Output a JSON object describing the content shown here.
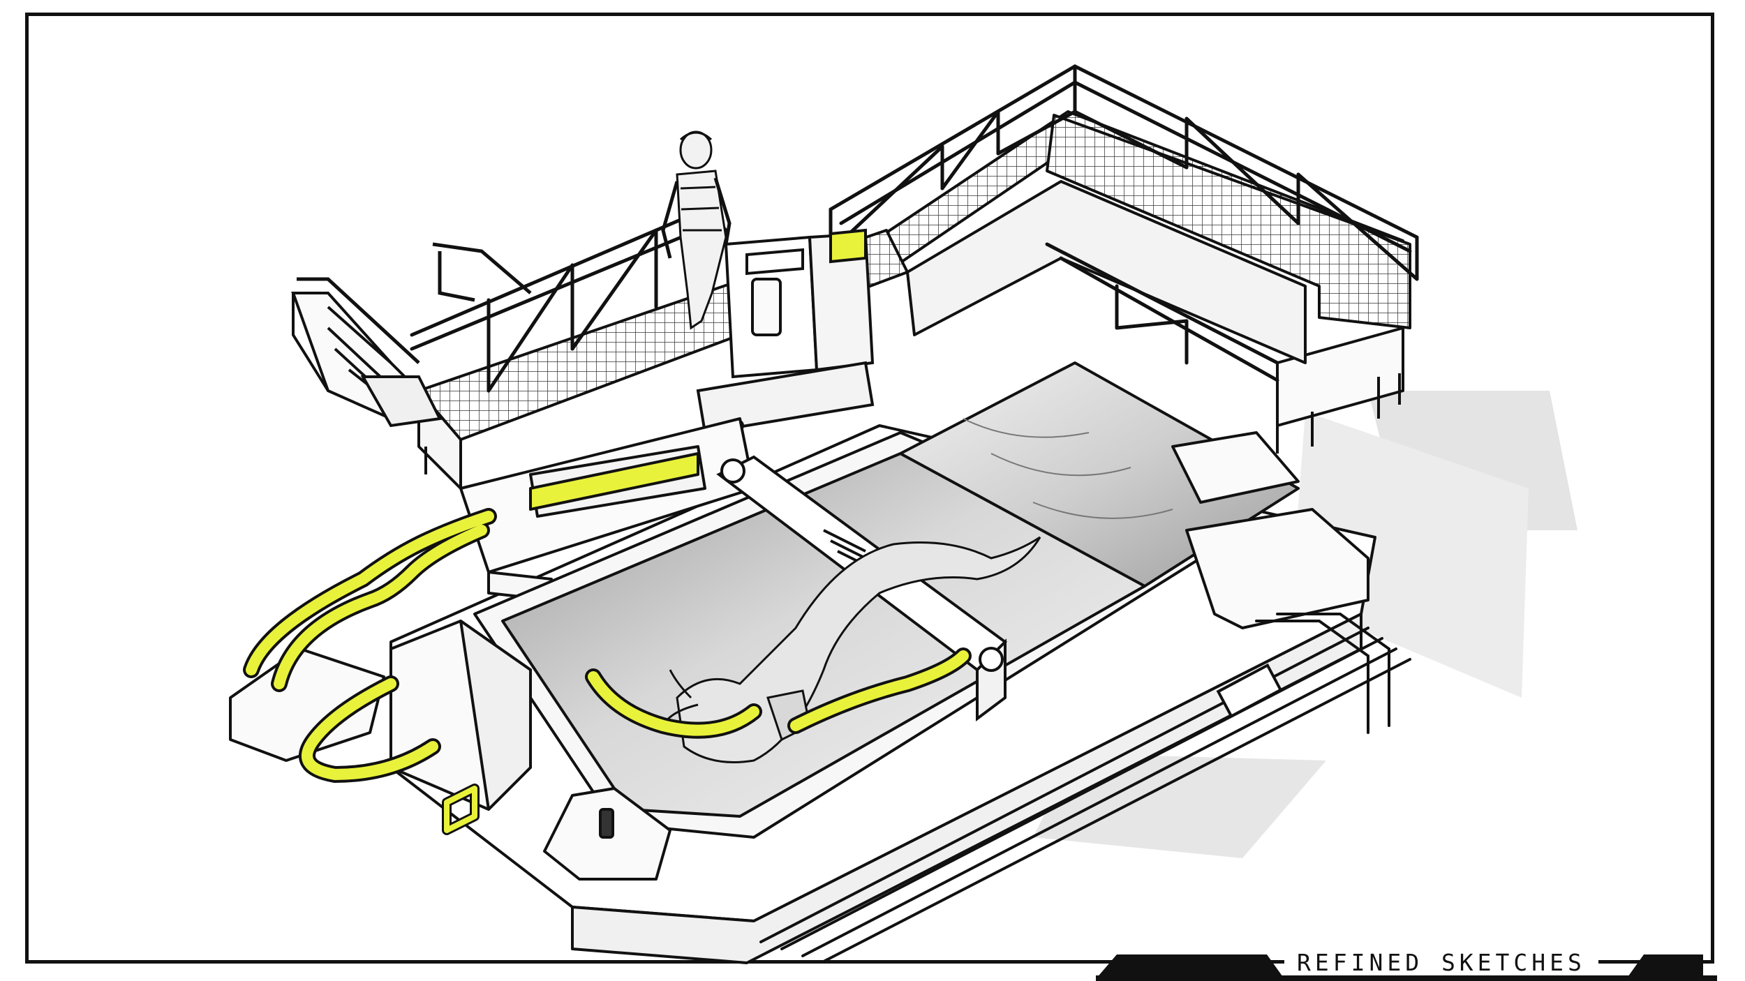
{
  "caption": {
    "text": "REFINED SKETCHES"
  },
  "colors": {
    "line": "#111111",
    "paper": "#ffffff",
    "accent_yellow": "#e9f23a",
    "shadow": "#d7d7d7",
    "water": "#c9c9c9"
  },
  "scene": {
    "subject": "isometric sketch of an industrial tank chamber with catwalk, gantry and yellow cables",
    "elements": [
      "catwalk",
      "railing",
      "stairs",
      "figure",
      "control-console",
      "gantry",
      "tank",
      "creature",
      "yellow-cables",
      "pipes"
    ]
  }
}
